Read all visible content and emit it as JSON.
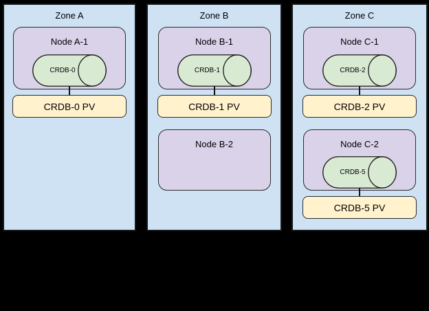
{
  "diagram": {
    "description": "Three-zone CockroachDB cluster diagram with nodes, database cylinders and persistent volumes",
    "zones": [
      {
        "title": "Zone A",
        "nodes": [
          {
            "title": "Node A-1",
            "db_label": "CRDB-0",
            "pv_label": "CRDB-0 PV"
          }
        ]
      },
      {
        "title": "Zone B",
        "nodes": [
          {
            "title": "Node B-1",
            "db_label": "CRDB-1",
            "pv_label": "CRDB-1 PV"
          },
          {
            "title": "Node B-2"
          }
        ]
      },
      {
        "title": "Zone C",
        "nodes": [
          {
            "title": "Node C-1",
            "db_label": "CRDB-2",
            "pv_label": "CRDB-2 PV"
          },
          {
            "title": "Node C-2",
            "db_label": "CRDB-5",
            "pv_label": "CRDB-5 PV"
          }
        ]
      }
    ],
    "colors": {
      "canvas_background": "#000000",
      "zone_fill": "#cfe2f3",
      "node_fill": "#d9d2e9",
      "db_cylinder_fill": "#d9ead3",
      "pv_fill": "#fff2cc",
      "border": "#1a1a1a",
      "text": "#000000"
    }
  }
}
